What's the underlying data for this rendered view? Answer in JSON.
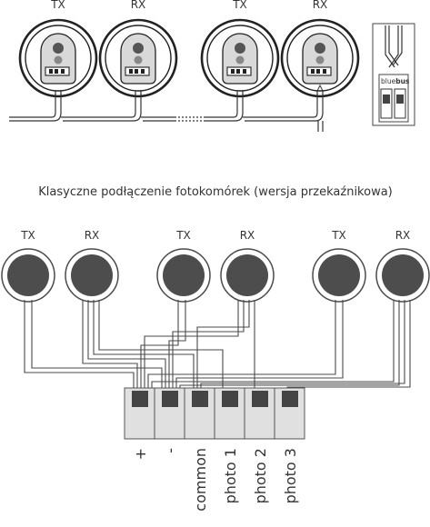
{
  "top_diagram": {
    "labels": [
      "TX",
      "RX",
      "TX",
      "RX"
    ],
    "bluebus_label_plain": "blue",
    "bluebus_label_bold": "bus"
  },
  "caption": "Klasyczne podłączenie fotokomórek (wersja przekaźnikowa)",
  "bottom_diagram": {
    "labels": [
      "TX",
      "RX",
      "TX",
      "RX",
      "TX",
      "RX"
    ],
    "terminals": [
      "+",
      "-",
      "common",
      "photo 1",
      "photo 2",
      "photo 3"
    ]
  }
}
